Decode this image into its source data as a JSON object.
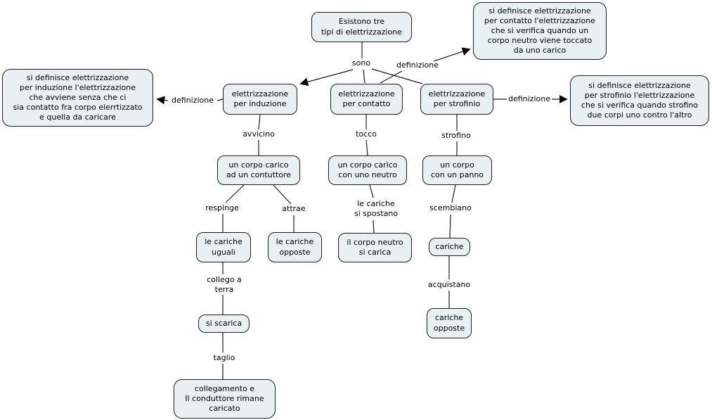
{
  "diagram": {
    "background_color": "#ffffff",
    "node_fill_color": "#e8f0f1",
    "node_border_color": "#1c1c1c",
    "nodes": {
      "main": "Esistono tre\ntipi di elettrizzazione",
      "def_contatto": "si definisce elettrizzazione\nper contatto l'elettrizzazione\nche si verifica quando un\ncorpo neutro viene toccato\nda uno carico",
      "def_induzione": "si definisce elettrizzazione\nper induzione l'elettrizzazione\nche avviene senza che ci\nsia contatto fra corpo elerrtizzato\ne quella da caricare",
      "def_strofinio": "si definisce elettrizzazione\nper strofinio l'elettrizzazione\nche si verifica quando strofino\ndue corpi uno contro l'altro",
      "induzione": "elettrizzazione\nper induzione",
      "contatto": "elettrizzazione\nper contatto",
      "strofinio": "elettrizzazione\nper strofinio",
      "corpo_conduttore": "un corpo carico\nad un contuttore",
      "corpo_neutro": "un corpo carìco\ncon uno neutro",
      "corpo_panno": "un corpo\ncon un panno",
      "cariche_uguali": "le cariche\nuguali",
      "cariche_opposte_induzione": "le cariche\nopposte",
      "corpo_neutro_carica": "il corpo neutro\nsi carica",
      "cariche": "cariche",
      "si_scarica": "si scarica",
      "cariche_opposte_strofinio": "cariche\nopposte",
      "conclusione": "collegamento e\nIl conduttore rimane\ncaricato"
    },
    "edge_labels": {
      "sono": "sono",
      "definizione_contatto": "definizione",
      "definizione_induzione": "definizione",
      "definizione_strofinio": "definizione",
      "avvicino": "avvicino",
      "tocco": "tocco",
      "strofino": "strofino",
      "respinge": "respinge",
      "attrae": "attrae",
      "cariche_spostano": "le cariche\nsi spostano",
      "scembiano": "scembiano",
      "collego_terra": "collego a\nterra",
      "acquistano": "acquistano",
      "taglio": "taglio"
    }
  }
}
